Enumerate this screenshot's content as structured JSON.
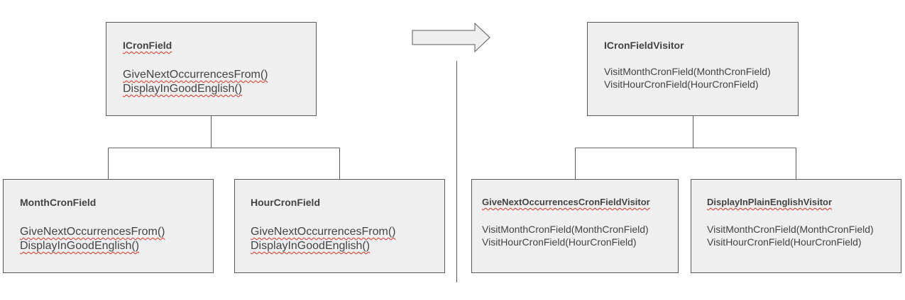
{
  "left_diagram": {
    "interface": {
      "name": "ICronField",
      "methods": [
        "GiveNextOccurrencesFrom()",
        "DisplayInGoodEnglish()"
      ]
    },
    "implementations": [
      {
        "name": "MonthCronField",
        "methods": [
          "GiveNextOccurrencesFrom()",
          "DisplayInGoodEnglish()"
        ]
      },
      {
        "name": "HourCronField",
        "methods": [
          "GiveNextOccurrencesFrom()",
          "DisplayInGoodEnglish()"
        ]
      }
    ]
  },
  "right_diagram": {
    "interface": {
      "name": "ICronFieldVisitor",
      "methods": [
        "VisitMonthCronField(MonthCronField)",
        "VisitHourCronField(HourCronField)"
      ]
    },
    "implementations": [
      {
        "name": "GiveNextOccurrencesCronFieldVisitor",
        "methods": [
          "VisitMonthCronField(MonthCronField)",
          "VisitHourCronField(HourCronField)"
        ]
      },
      {
        "name": "DisplayInPlainEnglishVisitor",
        "methods": [
          "VisitMonthCronField(MonthCronField)",
          "VisitHourCronField(HourCronField)"
        ]
      }
    ]
  },
  "connectors": {
    "arrow": "right-arrow-icon",
    "line_color": "#595959",
    "box_fill": "#efefef"
  }
}
